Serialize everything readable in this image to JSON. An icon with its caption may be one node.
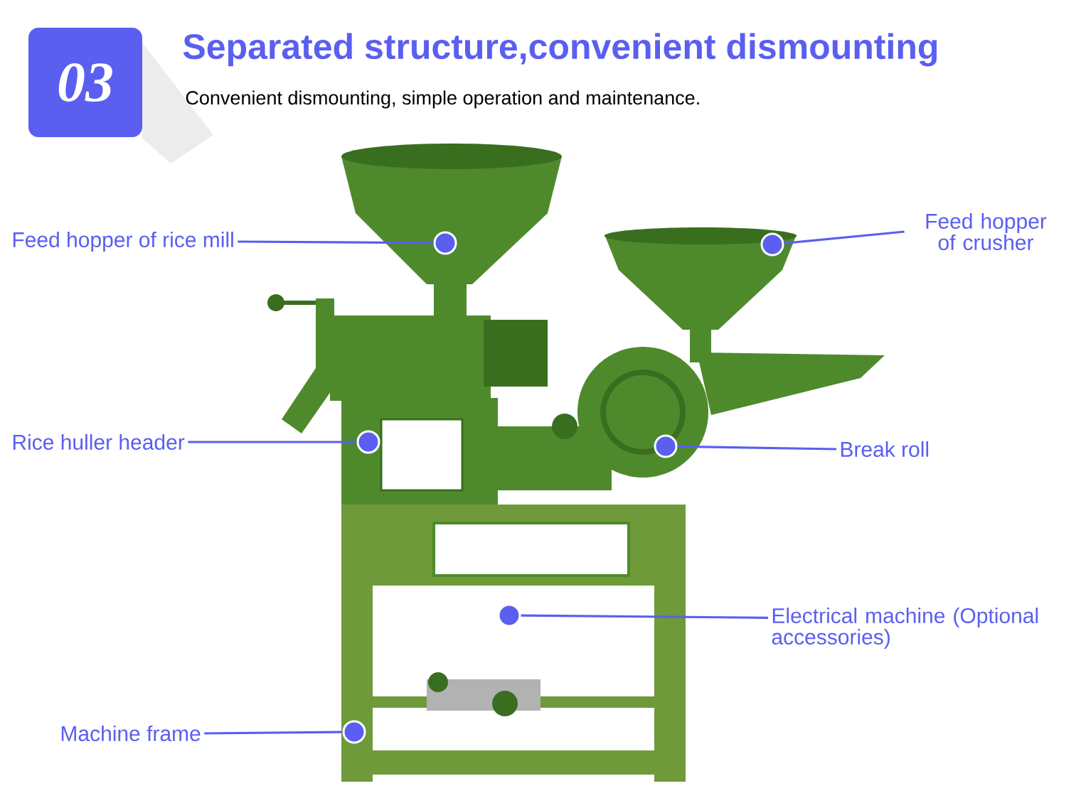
{
  "diagram": {
    "title": "Separated structure,convenient dismounting",
    "nodes": [
      {
        "text": [
          "03"
        ]
      },
      {
        "text": [
          "Feed hopper of rice mill"
        ]
      },
      {
        "text": [],
        "shape": "circle"
      },
      {
        "text": [
          "Feed hopper of crusher"
        ]
      },
      {
        "text": [],
        "shape": "circle"
      },
      {
        "text": [
          "Rice huller header"
        ]
      },
      {
        "text": [],
        "shape": "circle"
      },
      {
        "text": [
          "Break roll"
        ]
      },
      {
        "text": [],
        "shape": "circle"
      },
      {
        "text": [
          "Electrical machine (Optional accessories)"
        ]
      },
      {
        "text": [],
        "shape": "circle"
      },
      {
        "text": [
          "Machine frame"
        ]
      },
      {
        "text": [],
        "shape": "circle"
      }
    ],
    "edges": [
      {
        "from": 1,
        "to": 2,
        "arrow": "none"
      },
      {
        "from": 3,
        "to": 4,
        "arrow": "none"
      },
      {
        "from": 5,
        "to": 6,
        "arrow": "none"
      },
      {
        "from": 7,
        "to": 8,
        "arrow": "none"
      },
      {
        "from": 9,
        "to": 10,
        "arrow": "none"
      },
      {
        "from": 11,
        "to": 12,
        "arrow": "none"
      }
    ],
    "labels": [
      "Convenient dismounting, simple operation and maintenance."
    ]
  }
}
